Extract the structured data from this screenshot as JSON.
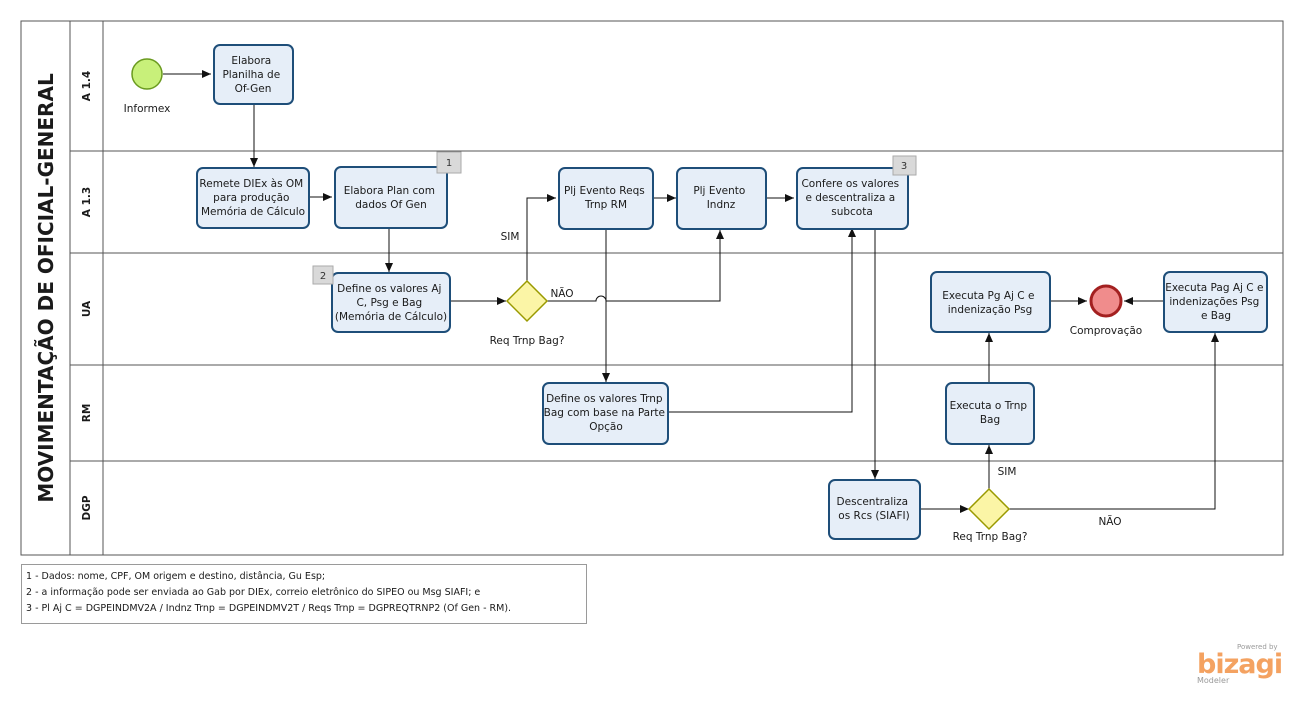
{
  "pool": {
    "title": "MOVIMENTAÇÃO DE OFICIAL-GENERAL"
  },
  "lanes": [
    {
      "id": "a14",
      "label": "A 1.4"
    },
    {
      "id": "a13",
      "label": "A 1.3"
    },
    {
      "id": "ua",
      "label": "UA"
    },
    {
      "id": "rm",
      "label": "RM"
    },
    {
      "id": "dgp",
      "label": "DGP"
    }
  ],
  "events": {
    "start": {
      "label": "Informex"
    },
    "end": {
      "label": "Comprovação"
    }
  },
  "tasks": {
    "t1": [
      "Elabora",
      "Planilha de",
      "Of-Gen"
    ],
    "t2": [
      "Remete DIEx às OM",
      "para produção",
      "Memória de Cálculo"
    ],
    "t3": [
      "Elabora Plan com",
      "dados Of Gen"
    ],
    "t4": [
      "Define os valores Aj",
      "C, Psg e Bag",
      "(Memória de Cálculo)"
    ],
    "t5": [
      "Plj Evento Reqs",
      "Trnp RM"
    ],
    "t6": [
      "Plj Evento",
      "Indnz"
    ],
    "t7": [
      "Confere os valores",
      "e descentraliza a",
      "subcota"
    ],
    "t8": [
      "Define os valores Trnp",
      "Bag com base na Parte",
      "Opção"
    ],
    "t9": [
      "Descentraliza",
      "os Rcs (SIAFI)"
    ],
    "t10": [
      "Executa o Trnp",
      "Bag"
    ],
    "t11": [
      "Executa Pg Aj C e",
      "indenização Psg"
    ],
    "t12": [
      "Executa Pag Aj C e",
      "indenizações Psg",
      "e Bag"
    ]
  },
  "gateways": {
    "g1": {
      "label": "Req Trnp Bag?",
      "yes": "SIM",
      "no": "NÃO"
    },
    "g2": {
      "label": "Req Trnp Bag?",
      "yes": "SIM",
      "no": "NÃO"
    }
  },
  "annotations": {
    "a1": "1",
    "a2": "2",
    "a3": "3"
  },
  "notes": [
    "1 - Dados: nome, CPF, OM origem e destino, distância, Gu Esp;",
    "2 - a informação pode ser enviada ao Gab por DIEx, correio eletrônico do SIPEO ou Msg SIAFI; e",
    "3 - Pl Aj C = DGPEINDMV2A / Indnz Trnp = DGPEINDMV2T / Reqs Trnp = DGPREQTRNP2 (Of Gen - RM)."
  ],
  "branding": {
    "powered": "Powered by",
    "logo": "bizagi",
    "product": "Modeler"
  },
  "colors": {
    "task_fill": "#e6eef8",
    "task_stroke": "#1e4e79",
    "start_fill": "#c8f07a",
    "start_stroke": "#6a9a1f",
    "end_fill": "#f08c8c",
    "end_stroke": "#a32020",
    "gateway_fill": "#fbf5a6",
    "gateway_stroke": "#9a9a00",
    "annotation_fill": "#d9d9d9"
  }
}
